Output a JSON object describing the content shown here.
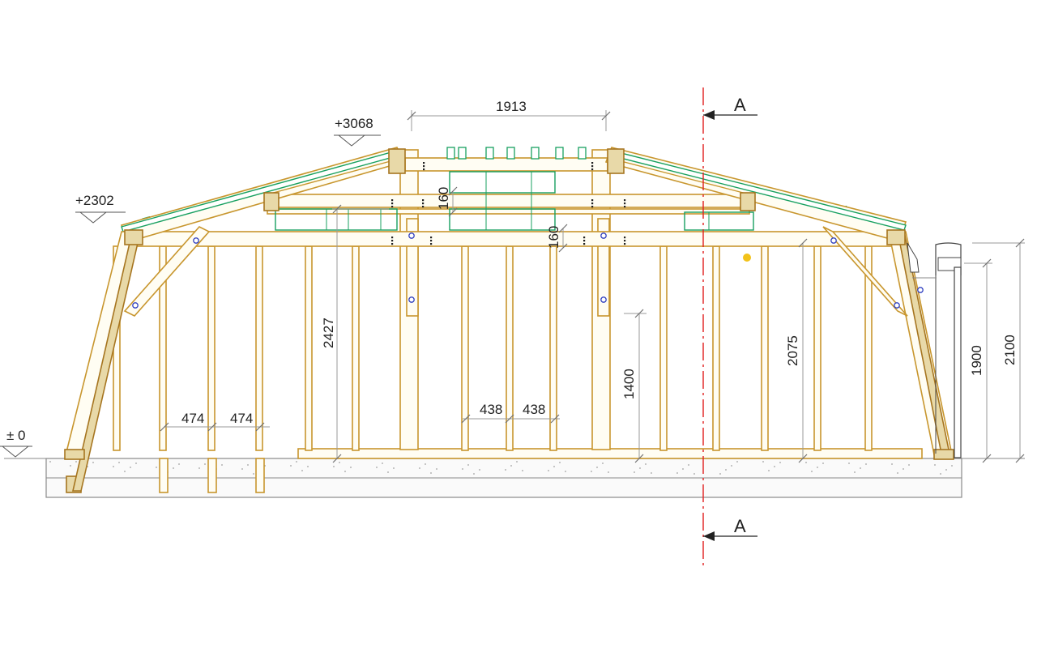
{
  "levels": {
    "ground": "± 0",
    "eaves": "+2302",
    "ridge": "+3068"
  },
  "dimensions": {
    "top_width": "1913",
    "beam_depth_a": "160",
    "beam_depth_b": "160",
    "total_height": "2427",
    "side_height": "2075",
    "mid_height": "1400",
    "door_height": "1900",
    "door_total": "2100",
    "left_spacing_1": "474",
    "left_spacing_2": "474",
    "mid_spacing_1": "438",
    "mid_spacing_2": "438"
  },
  "section": {
    "top_label": "A",
    "bottom_label": "A"
  },
  "colors": {
    "timber": "#c8962e",
    "roof_cladding": "#18a060",
    "section_line": "#e02020",
    "marker": "#f2c21a",
    "bolt": "#3040c0"
  }
}
